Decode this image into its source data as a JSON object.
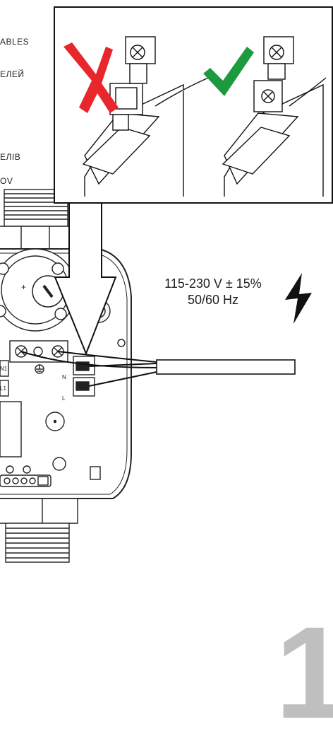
{
  "side_labels": [
    "ABLES",
    "ЕЛЕЙ",
    "ЕЛІВ",
    "OV"
  ],
  "power": {
    "voltage": "115-230 V ± 15%",
    "frequency": "50/60 Hz"
  },
  "terminals": {
    "left_top": "N1",
    "left_bottom": "L1",
    "right_top": "N",
    "right_bottom": "L"
  },
  "page_number": "1",
  "icons": [
    "wrong-x-icon",
    "correct-check-icon",
    "lightning-icon",
    "ground-icon"
  ],
  "colors": {
    "wrong": "#e8262b",
    "correct": "#1e9a3e",
    "page_number": "#bfbfbf"
  }
}
